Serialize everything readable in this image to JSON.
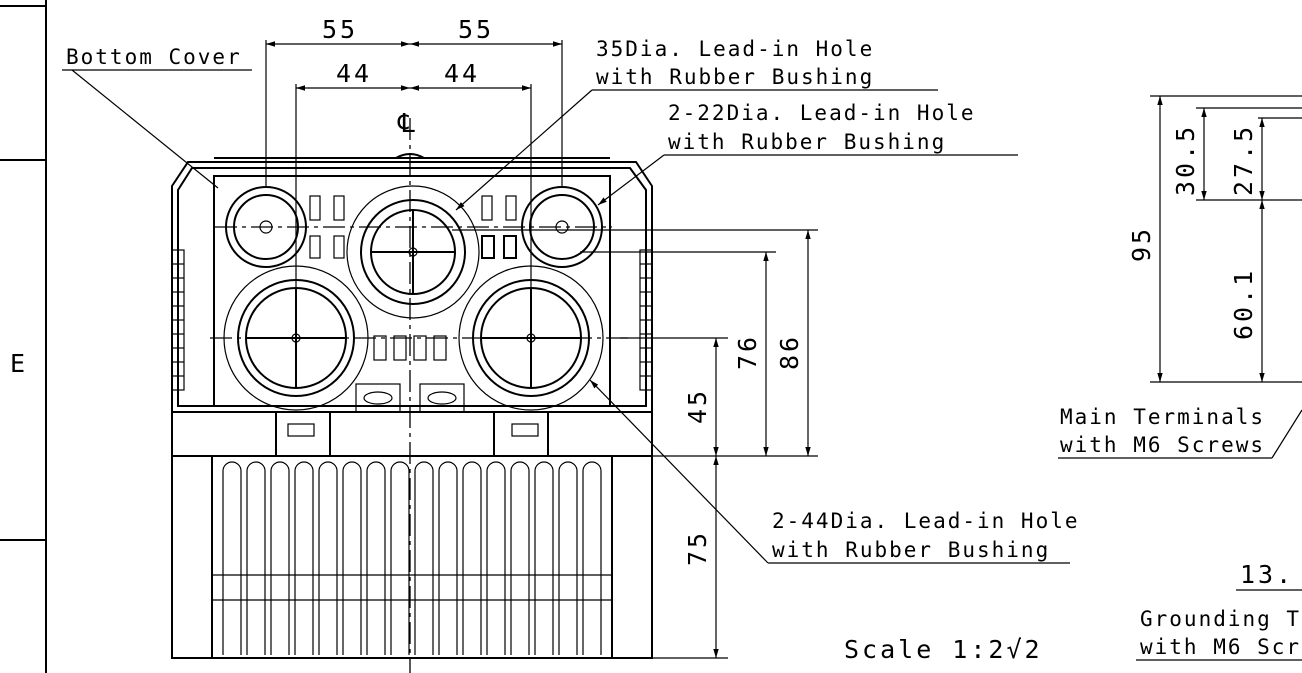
{
  "drawing": {
    "border_zone_letter": "E",
    "centerline_symbol": "℄",
    "scale_text": "Scale 1:2√2"
  },
  "dimensions": {
    "top_outer_left": "55",
    "top_outer_right": "55",
    "top_inner_left": "44",
    "top_inner_right": "44",
    "v_86": "86",
    "v_76": "76",
    "v_45": "45",
    "v_75": "75",
    "side_95": "95",
    "side_30_5": "30.5",
    "side_27_5": "27.5",
    "side_60_1": "60.1",
    "side_13": "13."
  },
  "callouts": {
    "bottom_cover": "Bottom Cover",
    "hole35_line1": "35Dia. Lead-in Hole",
    "hole35_line2": "with Rubber Bushing",
    "hole22_line1": "2-22Dia. Lead-in Hole",
    "hole22_line2": "with Rubber Bushing",
    "hole44_line1": "2-44Dia. Lead-in Hole",
    "hole44_line2": "with Rubber Bushing",
    "main_terminals_line1": "Main Terminals",
    "main_terminals_line2": "with M6 Screws",
    "grounding_line1": "Grounding T",
    "grounding_line2": "with M6 Scr"
  }
}
